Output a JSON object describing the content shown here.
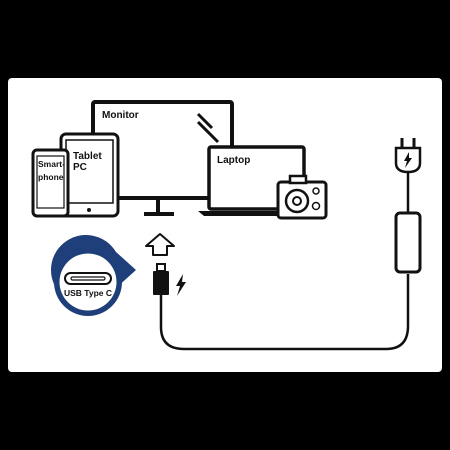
{
  "devices": {
    "monitor": "Monitor",
    "tablet_line1": "Tablet",
    "tablet_line2": "PC",
    "phone_line1": "Smart-",
    "phone_line2": "phone",
    "laptop": "Laptop"
  },
  "connector": {
    "label": "USB Type C"
  },
  "icons": [
    "monitor-icon",
    "tablet-icon",
    "smartphone-icon",
    "laptop-icon",
    "camera-icon",
    "up-arrow-icon",
    "usb-c-plug-icon",
    "lightning-icon",
    "power-plug-icon",
    "power-adapter-icon"
  ],
  "colors": {
    "background": "#000000",
    "card": "#ffffff",
    "accent_blue": "#1e3f7a",
    "line": "#111111"
  }
}
